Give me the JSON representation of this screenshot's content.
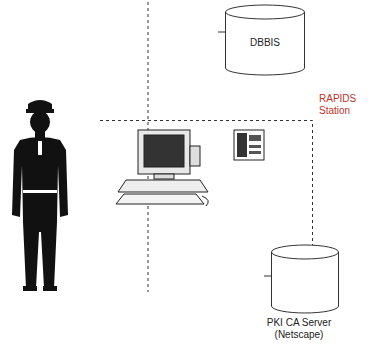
{
  "diagram": {
    "nodes": [
      {
        "text": [
          "DBBIS"
        ]
      },
      {
        "text": [
          "RAPIDS Station"
        ]
      },
      {
        "text": [
          "PKI CA Server (Netscape)"
        ]
      }
    ]
  }
}
